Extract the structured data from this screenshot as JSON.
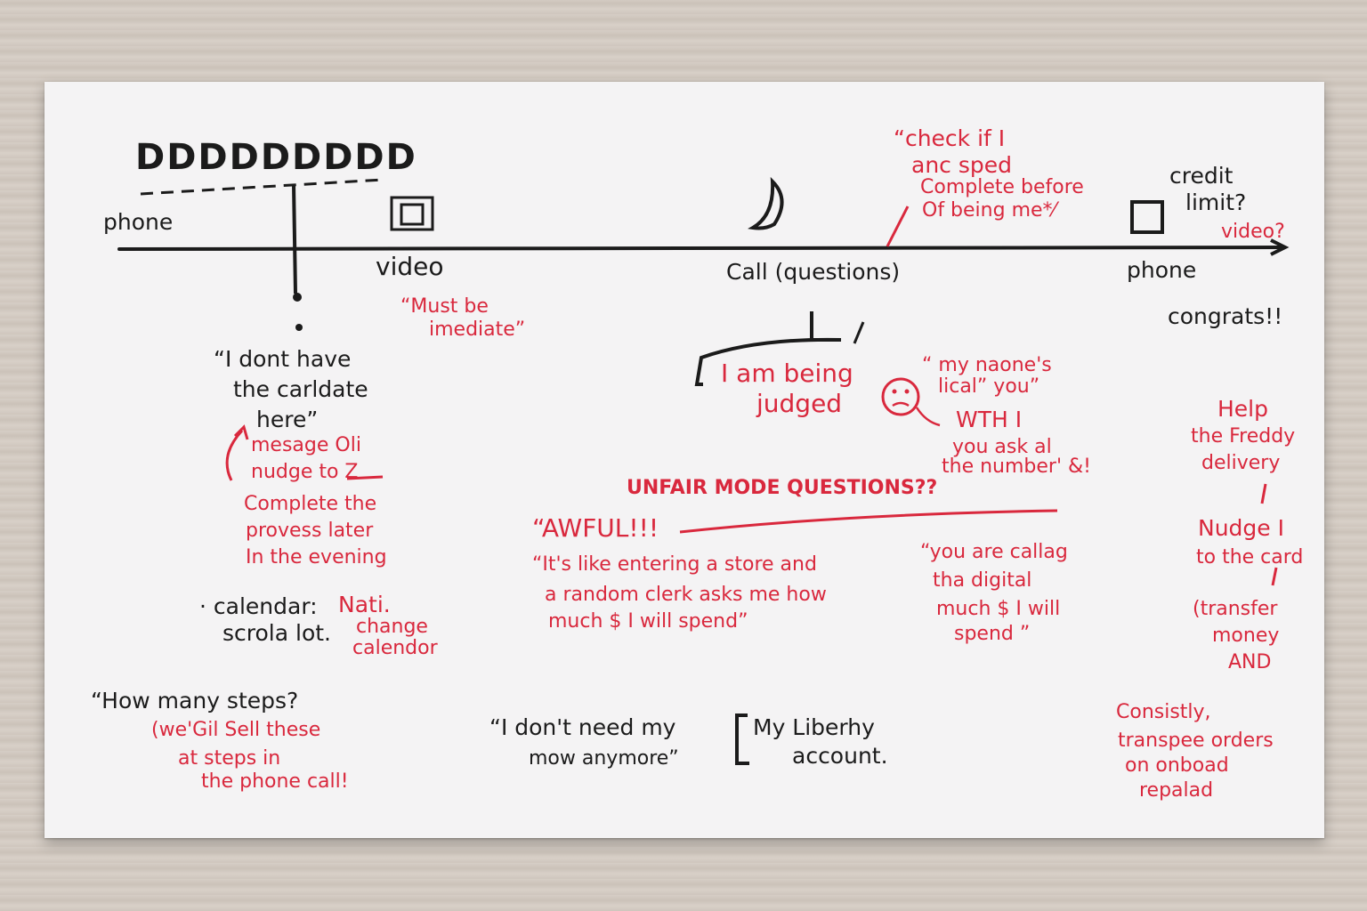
{
  "header_letters": "DDDDDDDDD",
  "timeline": {
    "stage_phone_left": "phone",
    "stage_video": "video",
    "stage_call": "Call (questions)",
    "stage_phone_right": "phone",
    "credit_line1": "credit",
    "credit_line2": "limit?",
    "video_q": "video?",
    "congrats": "congrats!!"
  },
  "top_quote": [
    "“check if I",
    "anc sped",
    "Complete before",
    "Of being me*⁄"
  ],
  "video_note": [
    "“Must be",
    "imediate”"
  ],
  "left_column": {
    "quote": [
      "“I dont have",
      "the carldate",
      "here”"
    ],
    "red_note": [
      "mesage Oli",
      "nudge to Z",
      "Complete the",
      "provess later",
      "In the evening"
    ],
    "calendar_black1": "· calendar:",
    "calendar_red1": "Nati.",
    "calendar_black2": "scrola lot.",
    "calendar_red2": [
      "change",
      "calendor"
    ]
  },
  "steps": {
    "quote": "“How many steps?",
    "red_note": [
      "(we'Gil Sell these",
      "at steps in",
      "the phone call!"
    ]
  },
  "center": {
    "judged": [
      "I am being",
      "judged"
    ],
    "name_note": [
      "“ my naone's",
      "lical” you”"
    ],
    "wth_note": [
      "WTH I",
      "you ask al",
      "the number' &!"
    ],
    "unfair": "UNFAIR MODE QUESTIONS??",
    "awful": "“AWFUL!!!",
    "store_quote": [
      "“It's like entering a store and",
      "a random clerk asks me how",
      "much $ I will spend”"
    ],
    "calling_quote": [
      "“you are callag",
      "tha digital",
      "much $ I will",
      "spend ”"
    ],
    "dont_need": [
      "“I don't need my",
      "mow anymore”"
    ],
    "liberty": [
      "My Liberhy",
      "account."
    ]
  },
  "right_column": {
    "help": [
      "Help",
      "the Freddy",
      "delivery"
    ],
    "nudge": [
      "Nudge I",
      "to the card"
    ],
    "transfer": [
      "(transfer",
      "money",
      "AND"
    ],
    "consistly": [
      "Consistly,",
      "transpee orders",
      "on onboad",
      "repalad"
    ]
  },
  "icons": [
    "lock-icon",
    "moon-icon",
    "sad-face-icon",
    "square-icon"
  ],
  "colors": {
    "red_ink": "#d9283d",
    "black_ink": "#1b1b1b",
    "card": "#f4f3f4"
  }
}
